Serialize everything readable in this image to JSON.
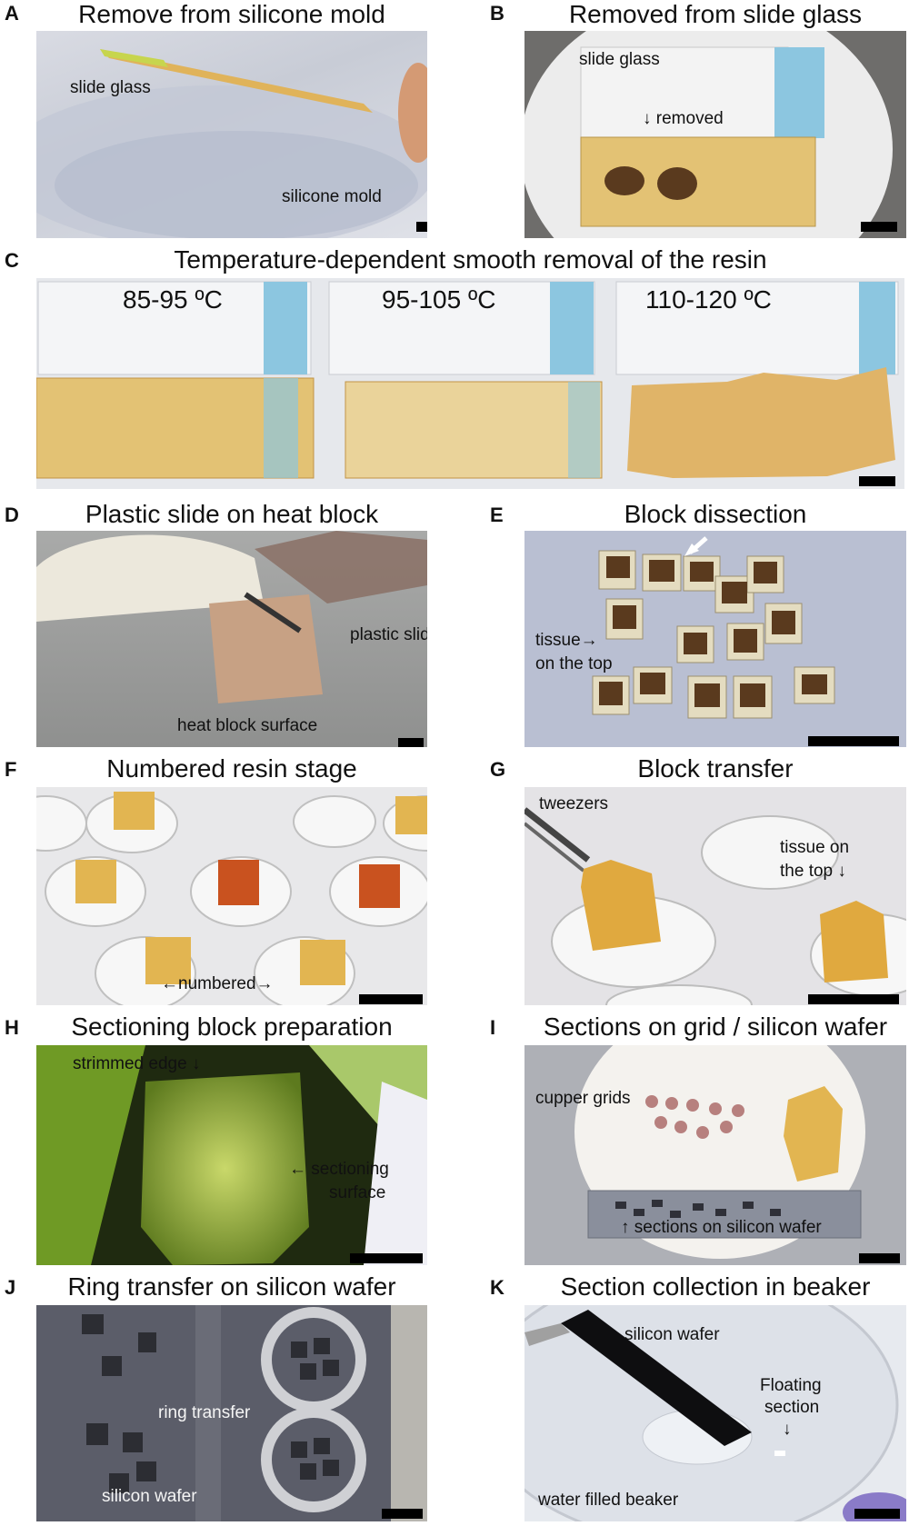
{
  "panels": {
    "A": {
      "letter": "A",
      "title": "Remove from silicone mold",
      "labels": {
        "slide_glass": "slide glass",
        "silicone_mold": "silicone mold"
      }
    },
    "B": {
      "letter": "B",
      "title": "Removed from slide glass",
      "labels": {
        "slide_glass": "slide glass",
        "removed": "↓ removed"
      }
    },
    "C": {
      "letter": "C",
      "title": "Temperature-dependent smooth removal of the resin",
      "labels": {
        "t1": "85-95 ºC",
        "t2": "95-105 ºC",
        "t3": "110-120 ºC"
      }
    },
    "D": {
      "letter": "D",
      "title": "Plastic slide on heat block",
      "labels": {
        "plastic_slide": "plastic slide",
        "heat_block": "heat block surface"
      }
    },
    "E": {
      "letter": "E",
      "title": "Block dissection",
      "labels": {
        "tissue_line1": "tissue→",
        "tissue_line2": "on the top"
      }
    },
    "F": {
      "letter": "F",
      "title": "Numbered resin stage",
      "labels": {
        "numbered": "←numbered→"
      }
    },
    "G": {
      "letter": "G",
      "title": "Block transfer",
      "labels": {
        "tweezers": "tweezers",
        "tissue_line1": "tissue on",
        "tissue_line2": "the top ↓"
      }
    },
    "H": {
      "letter": "H",
      "title": "Sectioning block preparation",
      "labels": {
        "trimmed_edge": "strimmed edge ↓",
        "sectioning_line1": "← sectioning",
        "sectioning_line2": "surface"
      }
    },
    "I": {
      "letter": "I",
      "title": "Sections on grid / silicon wafer",
      "labels": {
        "cupper_grids": "cupper grids",
        "sections": "↑ sections on silicon wafer"
      }
    },
    "J": {
      "letter": "J",
      "title": "Ring transfer on silicon wafer",
      "labels": {
        "ring_transfer": "ring transfer",
        "silicon_wafer": "silicon wafer"
      }
    },
    "K": {
      "letter": "K",
      "title": "Section collection in beaker",
      "labels": {
        "silicon_wafer": "silicon wafer",
        "floating_line1": "Floating",
        "floating_line2": "section",
        "floating_arrow": "↓",
        "beaker": "water filled beaker"
      }
    }
  },
  "colors": {
    "resin": "#e3c274",
    "tissue": "#5a3a1e",
    "tape_blue": "#8cc6e0",
    "background": "#ffffff"
  }
}
